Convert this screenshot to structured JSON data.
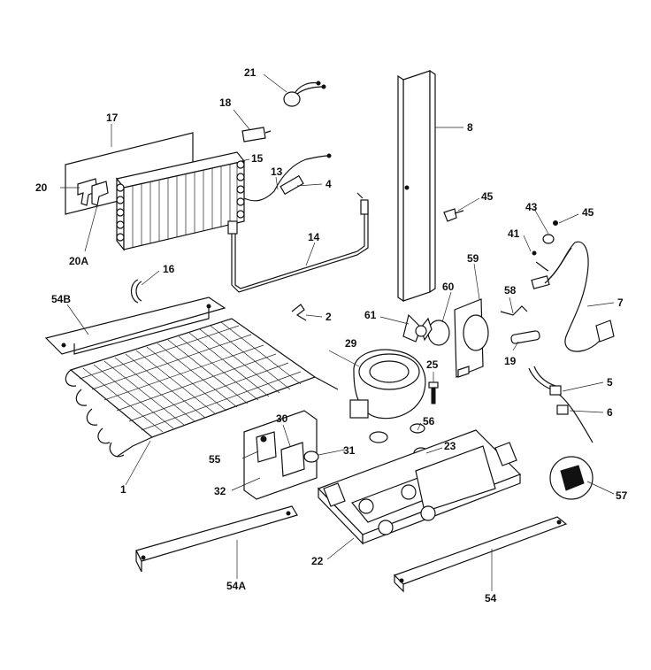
{
  "diagram": {
    "labels": {
      "p1": "1",
      "p2": "2",
      "p4": "4",
      "p5": "5",
      "p6": "6",
      "p7": "7",
      "p8": "8",
      "p13": "13",
      "p14": "14",
      "p15": "15",
      "p16": "16",
      "p17": "17",
      "p18": "18",
      "p19": "19",
      "p20": "20",
      "p20a": "20A",
      "p21": "21",
      "p22": "22",
      "p23": "23",
      "p25": "25",
      "p29": "29",
      "p30": "30",
      "p31": "31",
      "p32": "32",
      "p41": "41",
      "p43": "43",
      "p45a": "45",
      "p45b": "45",
      "p54": "54",
      "p54a": "54A",
      "p54b": "54B",
      "p55": "55",
      "p56": "56",
      "p57": "57",
      "p58": "58",
      "p59": "59",
      "p60": "60",
      "p61": "61"
    }
  }
}
